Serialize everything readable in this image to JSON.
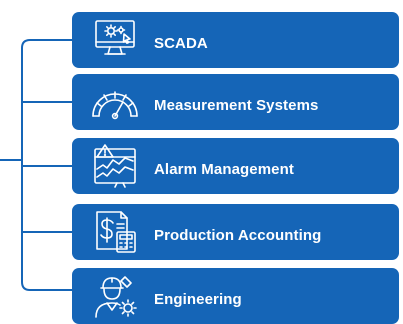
{
  "items": [
    {
      "label": "SCADA",
      "icon": "monitor-gear-icon"
    },
    {
      "label": "Measurement Systems",
      "icon": "gauge-icon"
    },
    {
      "label": "Alarm Management",
      "icon": "alarm-chart-icon"
    },
    {
      "label": "Production Accounting",
      "icon": "accounting-calculator-icon"
    },
    {
      "label": "Engineering",
      "icon": "engineer-gears-icon"
    }
  ],
  "colors": {
    "box": "#1565b7",
    "connector": "#1565b7",
    "text": "#ffffff",
    "icon_stroke": "#ffffff"
  }
}
